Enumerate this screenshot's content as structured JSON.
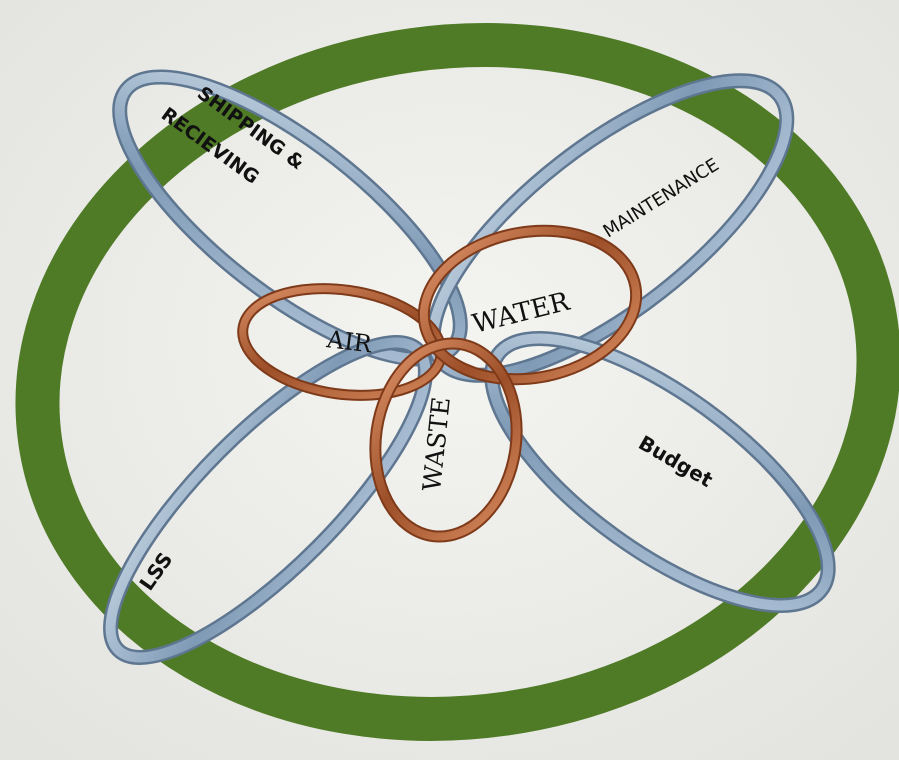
{
  "diagram": {
    "outer_ring_color": "#4f7a26",
    "background_color": "#ececea",
    "blue_ring_color": "#8ea9c3",
    "copper_ring_color": "#b9653a",
    "blue_ring_labels": {
      "shipping_line1": "SHIPPING &",
      "shipping_line2": "RECIEVING",
      "maintenance": "MAINTENANCE",
      "budget": "Budget",
      "lss": "LSS"
    },
    "copper_ring_labels": {
      "air": "AIR",
      "water": "WATER",
      "waste": "WASTE"
    }
  }
}
